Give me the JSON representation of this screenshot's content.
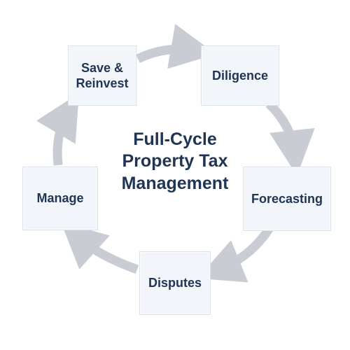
{
  "title_lines": [
    "Full-Cycle",
    "Property Tax",
    "Management"
  ],
  "stages": [
    {
      "id": "save",
      "label": "Save &\nReinvest"
    },
    {
      "id": "diligence",
      "label": "Diligence"
    },
    {
      "id": "forecasting",
      "label": "Forecasting"
    },
    {
      "id": "disputes",
      "label": "Disputes"
    },
    {
      "id": "manage",
      "label": "Manage"
    }
  ],
  "colors": {
    "box_fill": "#f2f5fa",
    "box_border": "#d9e1ec",
    "text": "#1f3553",
    "arrow": "#c9ccd2"
  }
}
